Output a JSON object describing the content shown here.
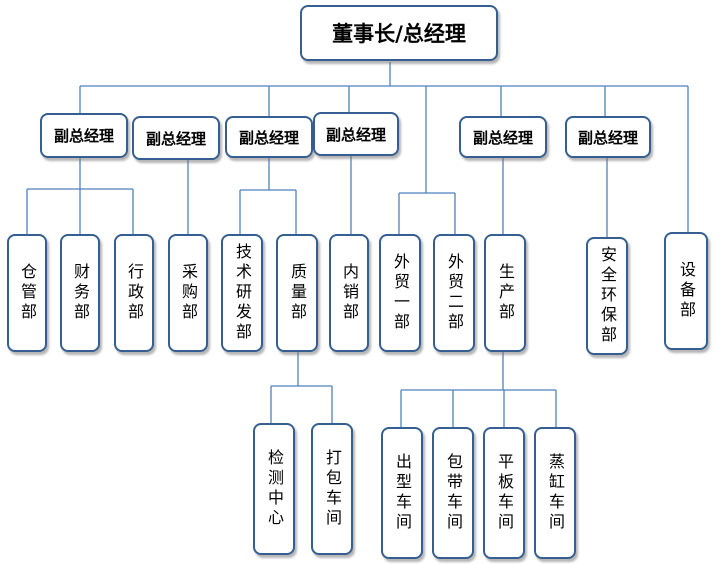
{
  "org_chart": {
    "ceo": "董事长/总经理",
    "vps": [
      "副总经理",
      "副总经理",
      "副总经理",
      "副总经理",
      "副总经理",
      "副总经理"
    ],
    "departments": [
      "仓管部",
      "财务部",
      "行政部",
      "采购部",
      "技术研发部",
      "质量部",
      "内销部",
      "外贸一部",
      "外贸二部",
      "生产部",
      "安全环保部",
      "设备部"
    ],
    "sub_units": [
      "检测中心",
      "打包车间",
      "出型车间",
      "包带车间",
      "平板车间",
      "蒸缸车间"
    ]
  }
}
